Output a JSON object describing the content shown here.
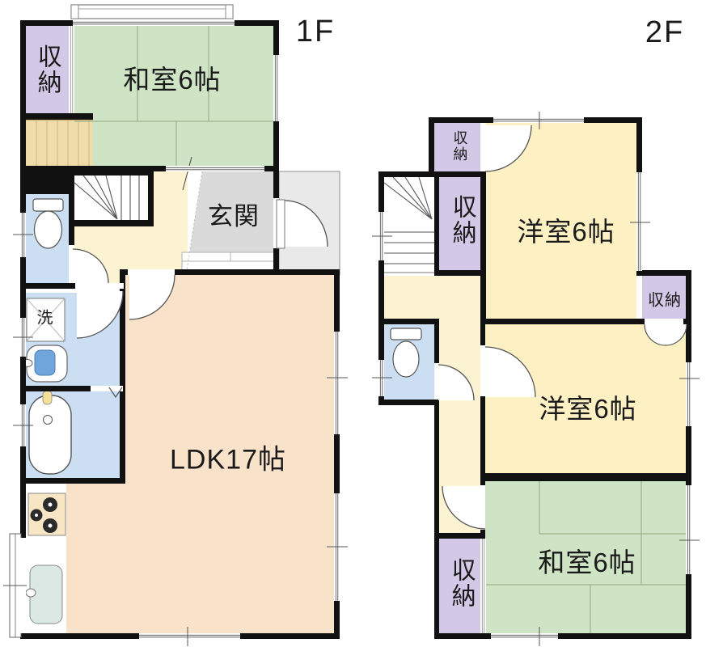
{
  "floor_plan": {
    "floor1": {
      "floor_label": "1F",
      "rooms": {
        "washitsu": "和室6帖",
        "storage": "収納",
        "genkan": "玄関",
        "ldk": "LDK17帖",
        "laundry": "洗"
      }
    },
    "floor2": {
      "floor_label": "2F",
      "rooms": {
        "western_a": "洋室6帖",
        "western_b": "洋室6帖",
        "washitsu": "和室6帖",
        "storage_a": "収納",
        "storage_b": "収納",
        "storage_c": "収納",
        "storage_d": "収納"
      }
    },
    "colors": {
      "tatami_green": "#cfe4c5",
      "storage_purple": "#d3c9e6",
      "hall_cream": "#fcf3d2",
      "room_yellow": "#fdf0c3",
      "ldk_peach": "#f9e2ca",
      "wet_blue": "#cbdef2",
      "genkan_gray": "#dadada",
      "porch_gray": "#e9e9e9",
      "wood_tan": "#eedcab",
      "wall_black": "#111111",
      "basin_blue": "#6fa5da"
    }
  }
}
